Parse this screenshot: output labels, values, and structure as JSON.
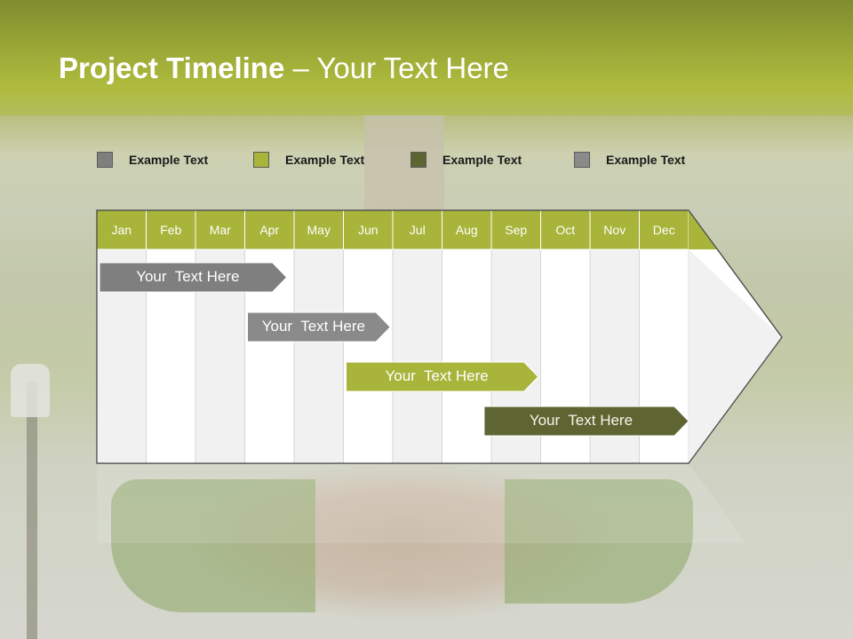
{
  "slide": {
    "title_bold": "Project Timeline",
    "title_rest": " – Your Text Here"
  },
  "legend": [
    {
      "label": "Example Text",
      "color": "#7f7f7f"
    },
    {
      "label": "Example Text",
      "color": "#a8b43a"
    },
    {
      "label": "Example Text",
      "color": "#5e6432"
    },
    {
      "label": "Example Text",
      "color": "#8a8a8a"
    }
  ],
  "timeline": {
    "months": [
      "Jan",
      "Feb",
      "Mar",
      "Apr",
      "May",
      "Jun",
      "Jul",
      "Aug",
      "Sep",
      "Oct",
      "Nov",
      "Dec"
    ],
    "header_color": "#a8b43a",
    "tasks": [
      {
        "label": "Your  Text Here",
        "start": 0,
        "end": 3.85,
        "color": "#7f7f7f"
      },
      {
        "label": "Your  Text Here",
        "start": 3,
        "end": 5.95,
        "color": "#8a8a8a"
      },
      {
        "label": "Your  Text Here",
        "start": 5,
        "end": 8.95,
        "color": "#a8b43a"
      },
      {
        "label": "Your  Text Here",
        "start": 7.8,
        "end": 12,
        "color": "#5e6432"
      }
    ]
  }
}
